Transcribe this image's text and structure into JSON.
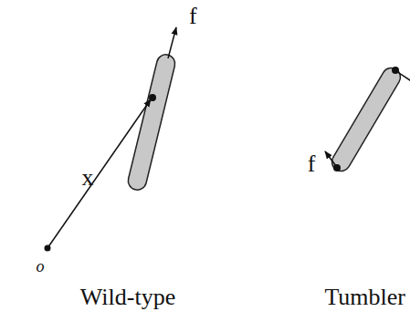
{
  "diagram": {
    "labels": [
      "f",
      "x",
      "o",
      "Wild-type",
      "f",
      "Tumbler"
    ]
  }
}
